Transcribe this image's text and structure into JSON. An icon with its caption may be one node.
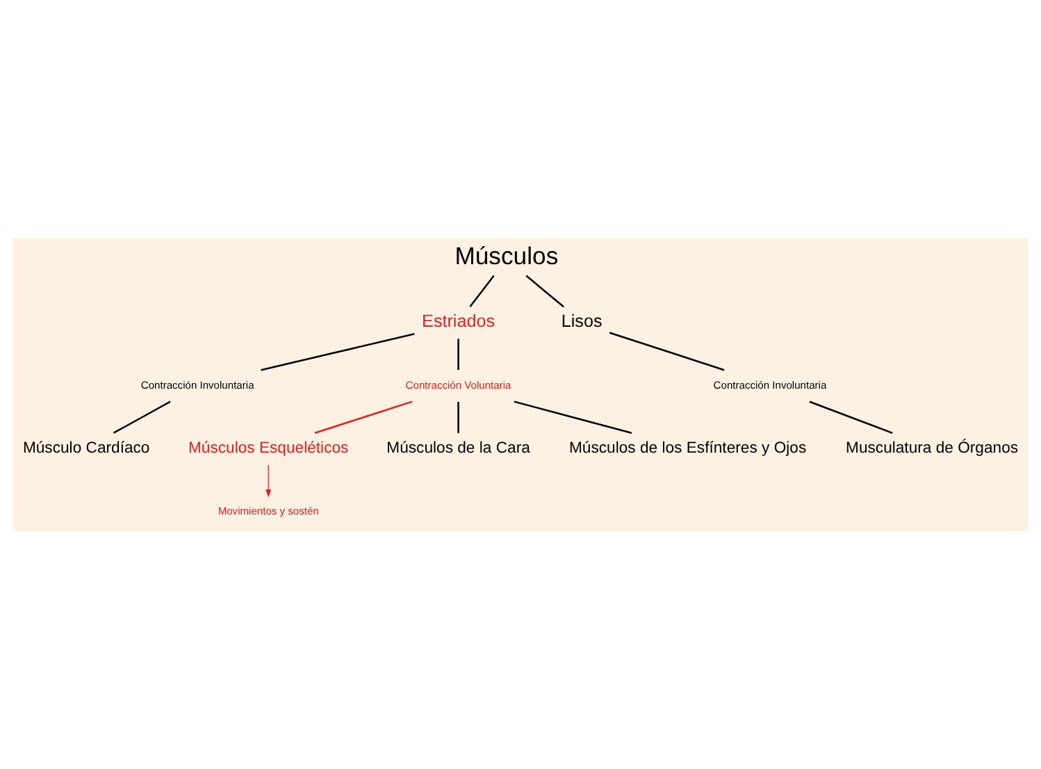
{
  "diagram": {
    "nodes": [
      {
        "text": [
          "Músculos"
        ]
      },
      {
        "text": [
          "Estriados"
        ]
      },
      {
        "text": [
          "Lisos"
        ]
      },
      {
        "text": [
          "Contracción Involuntaria"
        ]
      },
      {
        "text": [
          "Músculo Cardíaco"
        ]
      },
      {
        "text": [
          "Contracción Voluntaria"
        ]
      },
      {
        "text": [
          "Músculos Esqueléticos"
        ]
      },
      {
        "text": [
          "Movimientos y sostén"
        ]
      },
      {
        "text": [
          "Músculos de la Cara"
        ]
      },
      {
        "text": [
          "Músculos de los Esfínteres y Ojos"
        ]
      },
      {
        "text": [
          "Contracción Involuntaria"
        ]
      },
      {
        "text": [
          "Musculatura de Órganos"
        ]
      }
    ],
    "edges": [
      {
        "from": 0,
        "to": 1,
        "arrow": "none"
      },
      {
        "from": 0,
        "to": 2,
        "arrow": "none"
      },
      {
        "from": 1,
        "to": 3,
        "arrow": "none"
      },
      {
        "from": 3,
        "to": 4,
        "arrow": "none"
      },
      {
        "from": 1,
        "to": 5,
        "arrow": "none"
      },
      {
        "from": 5,
        "to": 6,
        "arrow": "none",
        "color": "#ee1c1c"
      },
      {
        "from": 6,
        "to": 7,
        "arrow": "to",
        "color": "#ee1c1c"
      },
      {
        "from": 5,
        "to": 8,
        "arrow": "none"
      },
      {
        "from": 5,
        "to": 9,
        "arrow": "none"
      },
      {
        "from": 2,
        "to": 10,
        "arrow": "none"
      },
      {
        "from": 10,
        "to": 11,
        "arrow": "none"
      }
    ]
  }
}
